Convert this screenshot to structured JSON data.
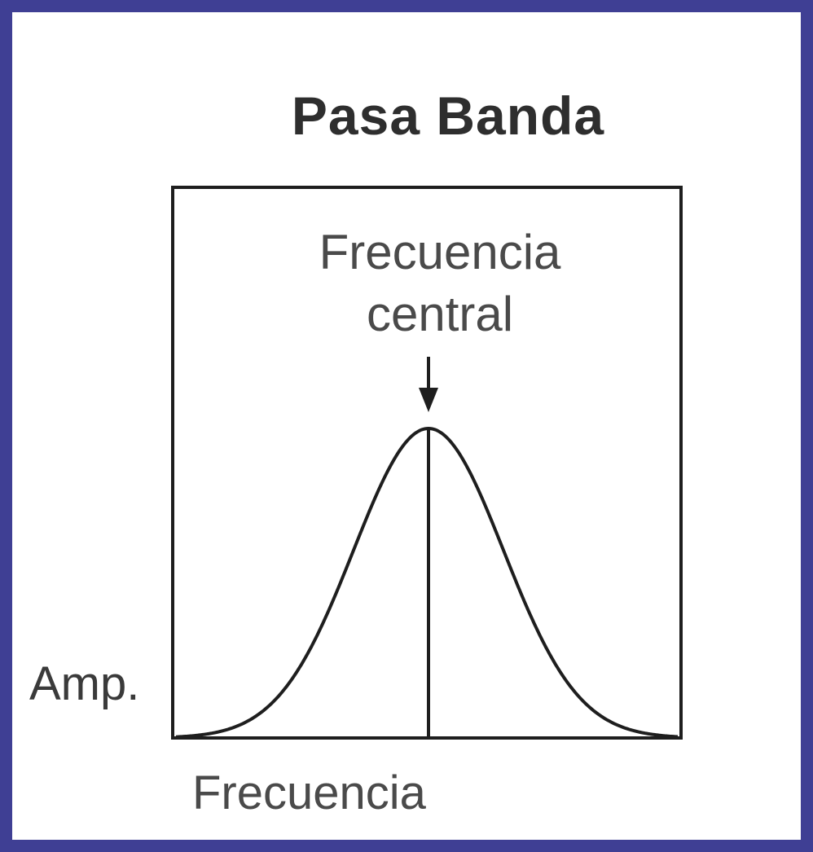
{
  "title": "Pasa Banda",
  "annotation": {
    "line1": "Frecuencia",
    "line2": "central"
  },
  "axes": {
    "y_label": "Amp.",
    "x_label": "Frecuencia"
  },
  "colors": {
    "frame_border": "#3f3f94",
    "line": "#1e1e1e"
  },
  "curve": {
    "shape": "gaussian",
    "peak": 1,
    "center_frequency_marker": true
  }
}
